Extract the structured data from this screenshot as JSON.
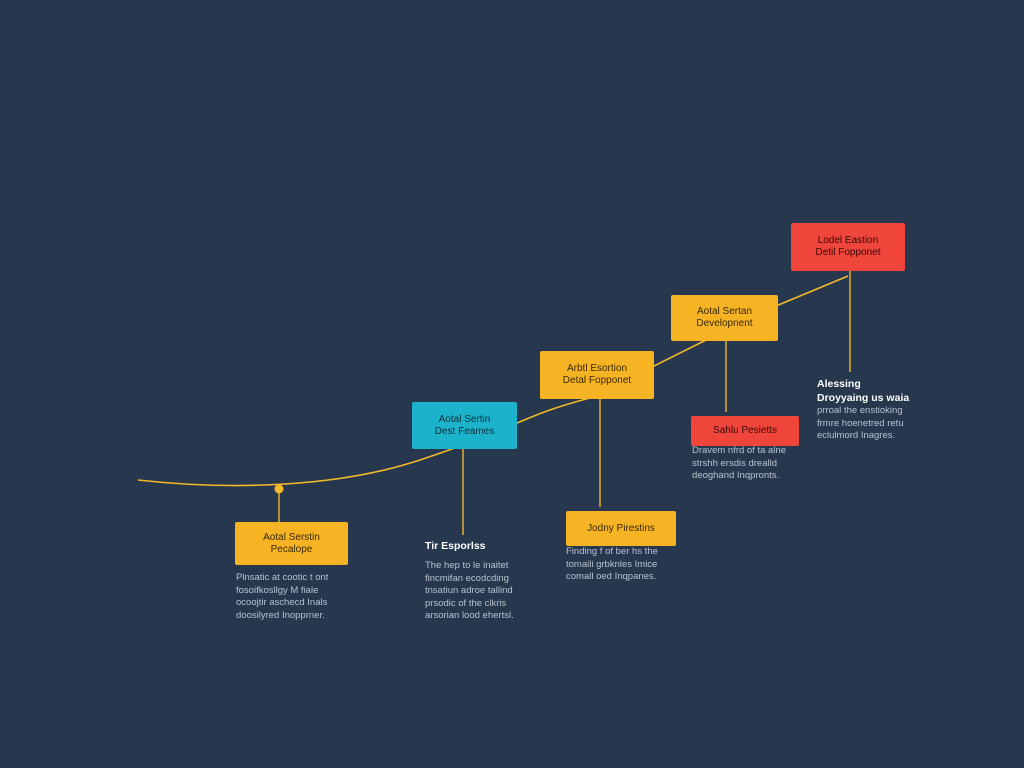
{
  "colors": {
    "background": "#27374d",
    "line": "#f2b92a",
    "yellow": "#f6b324",
    "cyan": "#1bb3cb",
    "red": "#f0453b"
  },
  "nodes": [
    {
      "id": "n1",
      "color": "yellow",
      "lines": [
        "Aotal Serstin",
        "Pecalope"
      ]
    },
    {
      "id": "n2",
      "color": "cyan",
      "lines": [
        "Aotal Sertin",
        "Dest Feames"
      ]
    },
    {
      "id": "n3",
      "color": "yellow",
      "lines": [
        "Arbtl Esortion",
        "Detal Fopponet"
      ]
    },
    {
      "id": "n4",
      "color": "yellow",
      "lines": [
        "Aotal Sertan",
        "Developnent"
      ]
    },
    {
      "id": "n5",
      "color": "red",
      "lines": [
        "Lodel Eastion",
        "Detil Fopponet"
      ]
    },
    {
      "id": "n6",
      "color": "yellow",
      "lines": [
        "Jodny Pirestins"
      ]
    },
    {
      "id": "n7",
      "color": "red",
      "lines": [
        "Sahlu Pesietts"
      ]
    }
  ],
  "notes": [
    {
      "id": "t1",
      "heading": "",
      "lines": [
        "Plnsatic at cootic t ont",
        "fosoifkosllgy M fiale",
        "ocoojtir aschecd Inals",
        "doosilyred Inopprner."
      ]
    },
    {
      "id": "t2",
      "heading": "Tir Esporlss",
      "lines": [
        "The hep to le inaitet",
        "fincmifan ecodcding",
        "tnsatiun adroe tallind",
        "prsodic of the clkris",
        "arsorian lood ehertsl."
      ]
    },
    {
      "id": "t3",
      "heading": "",
      "lines": [
        "Finding f of ber hs the",
        "tomaili grbknles Imice",
        "comall oed Inqpanes."
      ]
    },
    {
      "id": "t4",
      "heading": "",
      "lines": [
        "Dravem nfrd of ta alne",
        "strshh ersdis drealld",
        "deoghand Inqpronts."
      ]
    },
    {
      "id": "t5",
      "heading": "Alessing",
      "subheading": "Droyyaing us waia",
      "lines": [
        "prroal the enstioking",
        "frmre hoenetred retu",
        "eclulmord Inagres."
      ]
    }
  ]
}
